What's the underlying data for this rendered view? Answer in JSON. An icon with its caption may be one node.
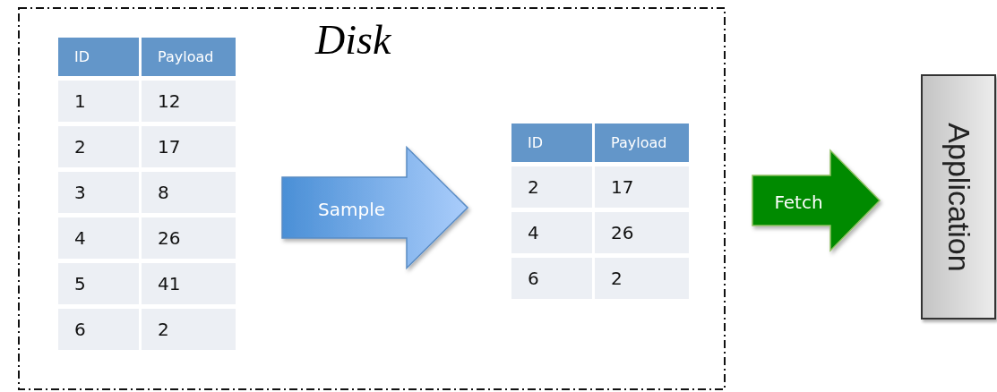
{
  "diagram": {
    "nodes": [
      {
        "text": [
          "Disk"
        ]
      },
      {
        "text": [
          "ID",
          "Payload",
          "1",
          "12",
          "2",
          "17",
          "3",
          "8",
          "4",
          "26",
          "5",
          "41",
          "6",
          "2"
        ],
        "in": 0
      },
      {
        "text": [
          "ID",
          "Payload",
          "2",
          "17",
          "4",
          "26",
          "6",
          "2"
        ],
        "in": 0
      },
      {
        "text": [
          "Application"
        ]
      }
    ],
    "edges": [
      {
        "from": 1,
        "to": 2,
        "arrow": "to",
        "label": "Sample",
        "style": "thick"
      },
      {
        "from": 2,
        "to": 3,
        "arrow": "to",
        "label": "Fetch",
        "style": "thick",
        "color": "#008a00"
      }
    ]
  }
}
